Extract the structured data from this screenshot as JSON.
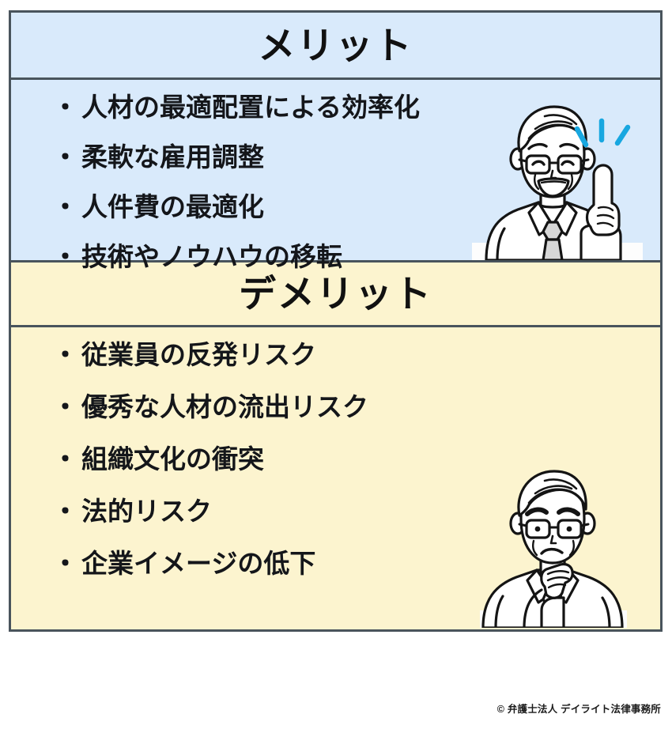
{
  "figure": {
    "type": "comparison-table",
    "sections": [
      {
        "key": "merit",
        "title": "メリット",
        "header_bg": "#d9eafb",
        "body_bg": "#d9eafb",
        "bullet_mark": "・",
        "items": [
          "人材の最適配置による効率化",
          "柔軟な雇用調整",
          "人件費の最適化",
          "技術やノウハウの移転"
        ],
        "illustration": "smiling-businessman-pointing-up-icon"
      },
      {
        "key": "demerit",
        "title": "デメリット",
        "header_bg": "#fcf4cf",
        "body_bg": "#fcf4cf",
        "bullet_mark": "・",
        "items": [
          "従業員の反発リスク",
          "優秀な人材の流出リスク",
          "組織文化の衝突",
          "法的リスク",
          "企業イメージの低下"
        ],
        "illustration": "worried-businessman-thinking-icon"
      }
    ]
  },
  "footer": {
    "copyright": "© 弁護士法人 デイライト法律事務所"
  },
  "colors": {
    "merit_fill": "#d9eafb",
    "demerit_fill": "#fcf4cf",
    "border": "#49545c",
    "text": "#14161a",
    "sparkle_accent": "#18a7e0"
  }
}
